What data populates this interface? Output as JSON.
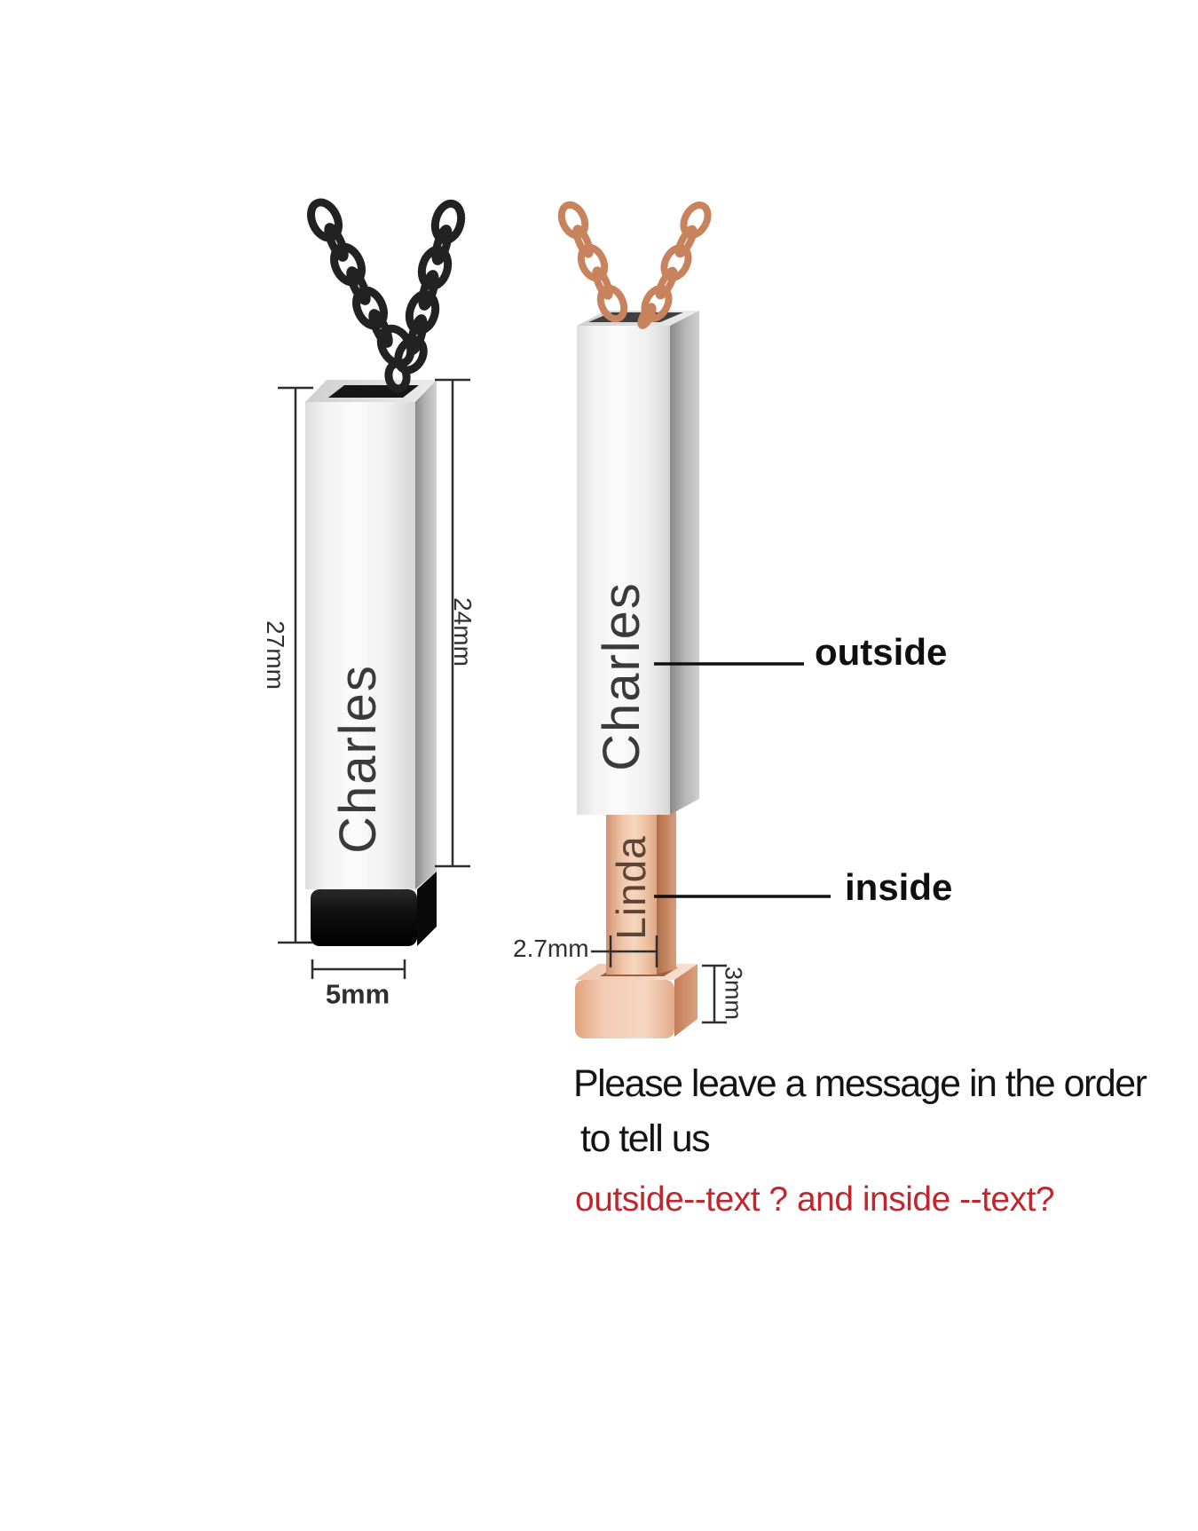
{
  "left_pendant": {
    "engraving": "Charles",
    "outer_height_label": "27mm",
    "bar_height_label": "24mm",
    "bar_width_label": "5mm",
    "chain_color_name": "black",
    "cap_color_name": "black"
  },
  "right_pendant": {
    "outer_engraving": "Charles",
    "inner_engraving": "Linda",
    "outside_label": "outside",
    "inside_label": "inside",
    "inner_bar_width_label": "2.7mm",
    "cap_height_label": "3mm",
    "chain_color_name": "rose-gold"
  },
  "note": {
    "line1": "Please leave a message in the order",
    "line2": "to tell us",
    "customization_question": "outside--text ? and inside --text?"
  },
  "colors": {
    "question_text": "#c1262c",
    "note_text": "#141414",
    "silver": "#f2f2f2",
    "rose_gold": "#eec3a6",
    "black_chain": "#222222",
    "engraving": "#3a3a3a"
  }
}
